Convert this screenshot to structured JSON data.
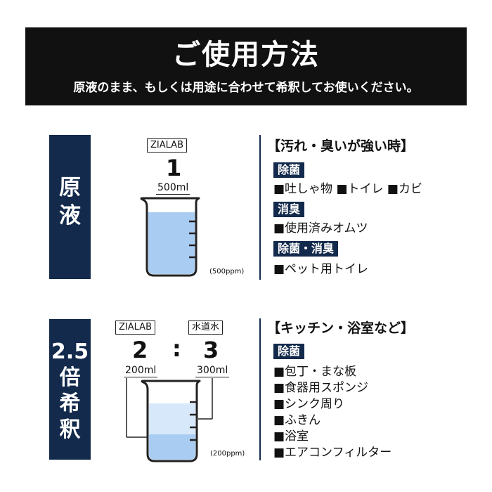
{
  "banner": {
    "title": "ご使用方法",
    "subtitle": "原液のまま、もしくは用途に合わせて希釈してお使いください。"
  },
  "section1": {
    "side_label": "原液",
    "brand_tag": "ZIALAB",
    "ratio": "1",
    "volume": "500ml",
    "ppm": "(500ppm)",
    "heading": "【汚れ・臭いが強い時】",
    "groups": [
      {
        "label": "除菌",
        "items": [
          "■吐しゃ物 ■トイレ ■カビ"
        ]
      },
      {
        "label": "消臭",
        "items": [
          "■使用済みオムツ"
        ]
      },
      {
        "label": "除菌・消臭",
        "items": [
          "■ペット用トイレ"
        ]
      }
    ]
  },
  "section2": {
    "side_label": [
      "2.5",
      "倍",
      "希",
      "釈"
    ],
    "brand_tag": "ZIALAB",
    "water_tag": "水道水",
    "ratio_left": "2",
    "ratio_sep": ":",
    "ratio_right": "3",
    "volume_left": "200ml",
    "volume_right": "300ml",
    "ppm": "(200ppm)",
    "heading": "【キッチン・浴室など】",
    "groups": [
      {
        "label": "除菌",
        "items": [
          "■包丁・まな板",
          "■食器用スポンジ",
          "■シンク周り",
          "■ふきん",
          "■浴室",
          "■エアコンフィルター"
        ]
      }
    ]
  },
  "colors": {
    "navy": "#132a4c",
    "banner_bg": "#111111",
    "liquid_dark": "#a9cdf2",
    "liquid_light": "#d6e8fa"
  }
}
